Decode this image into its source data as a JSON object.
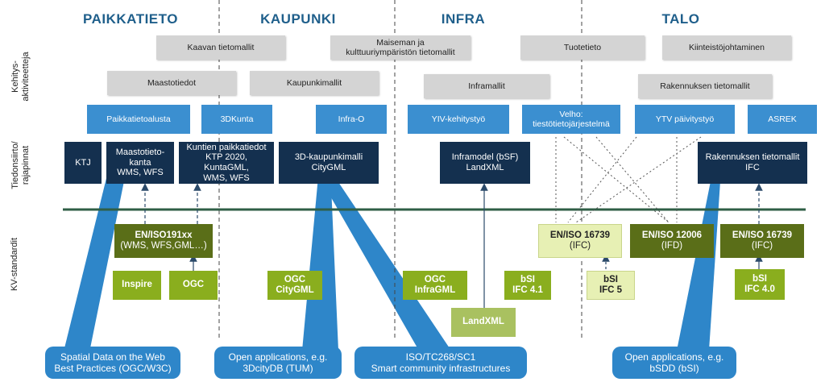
{
  "columns": [
    "PAIKKATIETO",
    "KAUPUNKI",
    "INFRA",
    "TALO"
  ],
  "row_labels": {
    "dev": "Kehitys-\naktiviteetteja",
    "transfer": "Tiedonsiirto/\nrajapinnat",
    "standards": "KV-standardit"
  },
  "grey": {
    "kaava": "Kaavan tietomallit",
    "maisema": "Maiseman ja\nkulttuuriympäristön tietomallit",
    "tuote": "Tuotetieto",
    "kiinteisto": "Kiinteistöjohtaminen",
    "maasto": "Maastotiedot",
    "kaupunki": "Kaupunkimallit",
    "infra": "Inframallit",
    "rakennus": "Rakennuksen tietomallit"
  },
  "blue": {
    "paikkatietoalusta": "Paikkatietoalusta",
    "dkunta": "3DKunta",
    "infrao": "Infra-O",
    "yiv": "YIV-kehitystyö",
    "velho": "Velho:\ntiestötietojärjestelmä",
    "ytv": "YTV päivitystyö",
    "asrek": "ASREK"
  },
  "navy": {
    "ktj": "KTJ",
    "maastotietokanta": "Maastotieto-\nkanta\nWMS, WFS",
    "kuntien": "Kuntien paikkatiedot\nKTP 2020, KuntaGML,\nWMS, WFS",
    "citygml3d": "3D-kaupunkimalli\nCityGML",
    "inframodel": "Inframodel (bSF)\nLandXML",
    "rakennus_ifc": "Rakennuksen tietomallit\nIFC"
  },
  "standards": {
    "iso191": {
      "title": "EN/ISO191xx",
      "sub": "(WMS, WFS,GML…)"
    },
    "inspire": "Inspire",
    "ogc": "OGC",
    "ogc_citygml": "OGC\nCityGML",
    "ogc_infragml": "OGC\nInfraGML",
    "landxml": "LandXML",
    "bsi_ifc41": "bSI\nIFC 4.1",
    "iso16739_a": {
      "title": "EN/ISO 16739",
      "sub": "(IFC)"
    },
    "bsi_ifc5": "bSI\nIFC 5",
    "iso12006": {
      "title": "EN/ISO 12006",
      "sub": "(IFD)"
    },
    "iso16739_b": {
      "title": "EN/ISO 16739",
      "sub": "(IFC)"
    },
    "bsi_ifc40": "bSI\nIFC 4.0"
  },
  "callouts": {
    "spatial": "Spatial Data on the Web\nBest Practices (OGC/W3C)",
    "open1": "Open applications, e.g.\n3DcityDB (TUM)",
    "isotc": "ISO/TC268/SC1\nSmart community infrastructures",
    "open2": "Open applications, e.g.\nbSDD (bSI)"
  },
  "colors": {
    "title": "#1f5f8b",
    "grey": "#d4d4d4",
    "blue": "#3b8fd0",
    "navy": "#14304f",
    "std_dark": "#5a6e18",
    "std_light": "#e7f0b4",
    "std_green": "#8aae1e",
    "callout": "#2e86c9",
    "divider": "#2f5e46"
  }
}
